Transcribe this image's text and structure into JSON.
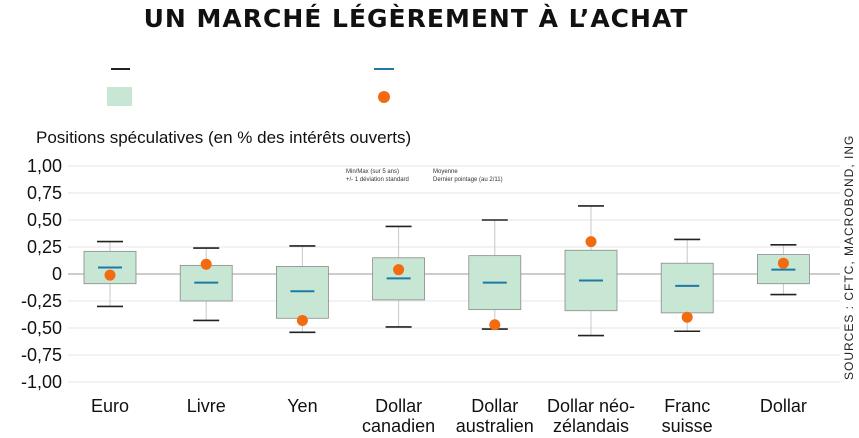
{
  "colors": {
    "box_fill": "#c7e6d4",
    "box_stroke": "#8a8a8a",
    "whisker": "#c8c8c8",
    "cap": "#222222",
    "mean": "#1e7aa3",
    "last_point": "#f36b10",
    "grid": "#e4e4e4",
    "zero_line": "#9a9a9a"
  },
  "legend": {
    "range_label": "Min/Max (sur 5 ans)",
    "sd_label": "+/- 1 déviation standard",
    "mean_label": "Moyenne",
    "last_label": "Dernier pointage (au 2/11)"
  },
  "source": "SOURCES : CFTC, MACROBOND, ING",
  "chart_data": {
    "type": "box",
    "title": "UN MARCHÉ LÉGÈREMENT À L’ACHAT",
    "ylabel": "Positions spéculatives (en % des intérêts ouverts)",
    "ylim": [
      -1.0,
      1.0
    ],
    "y_ticks": [
      1.0,
      0.75,
      0.5,
      0.25,
      0,
      -0.25,
      -0.5,
      -0.75,
      -1.0
    ],
    "y_tick_labels": [
      "1,00",
      "0,75",
      "0,50",
      "0,25",
      "0",
      "-0,25",
      "-0,50",
      "-0,75",
      "-1,00"
    ],
    "grid": true,
    "categories": [
      [
        "Euro"
      ],
      [
        "Livre"
      ],
      [
        "Yen"
      ],
      [
        "Dollar",
        "canadien"
      ],
      [
        "Dollar",
        "australien"
      ],
      [
        "Dollar néo-",
        "zélandais"
      ],
      [
        "Franc",
        "suisse"
      ],
      [
        "Dollar"
      ]
    ],
    "series": [
      {
        "name": "Min/Max (sur 5 ans)",
        "min": [
          -0.3,
          -0.43,
          -0.54,
          -0.49,
          -0.51,
          -0.57,
          -0.53,
          -0.19
        ],
        "max": [
          0.3,
          0.24,
          0.26,
          0.44,
          0.5,
          0.63,
          0.32,
          0.27
        ]
      },
      {
        "name": "+/- 1 déviation standard",
        "low": [
          -0.09,
          -0.25,
          -0.41,
          -0.24,
          -0.33,
          -0.34,
          -0.36,
          -0.09
        ],
        "high": [
          0.21,
          0.08,
          0.07,
          0.15,
          0.17,
          0.22,
          0.1,
          0.18
        ]
      },
      {
        "name": "Moyenne",
        "values": [
          0.06,
          -0.08,
          -0.16,
          -0.04,
          -0.08,
          -0.06,
          -0.11,
          0.04
        ]
      },
      {
        "name": "Dernier pointage (au 2/11)",
        "values": [
          -0.01,
          0.09,
          -0.43,
          0.04,
          -0.47,
          0.3,
          -0.4,
          0.1
        ]
      }
    ]
  }
}
